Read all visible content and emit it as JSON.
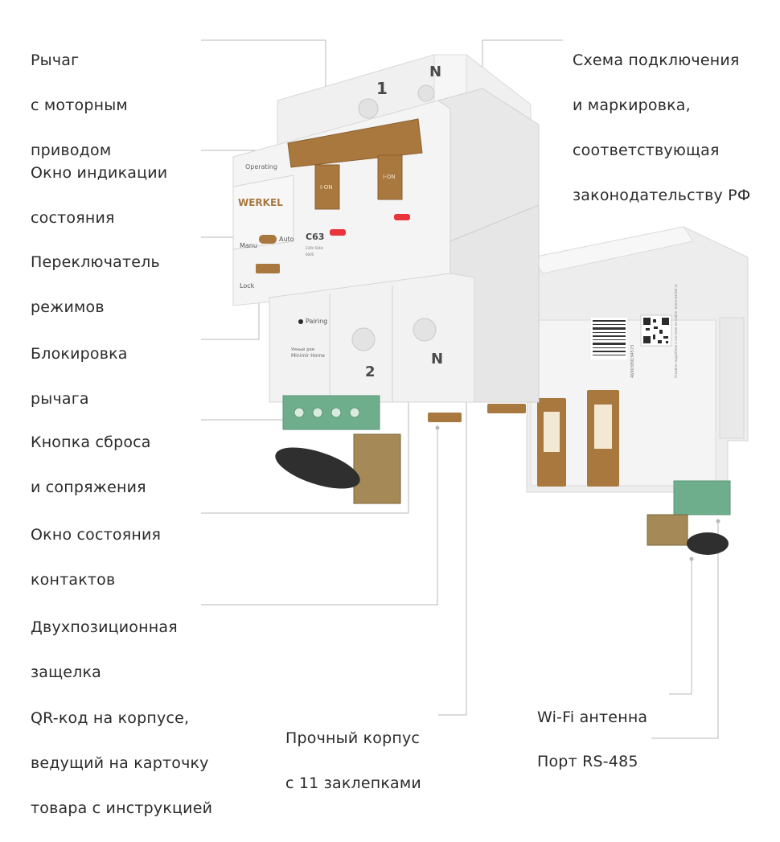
{
  "brand": "WERKEL",
  "device": {
    "top_pole_1": "1",
    "top_pole_n": "N",
    "bottom_pole_2": "2",
    "bottom_pole_n": "N",
    "operating": "Operating",
    "ion_left": "I-ON",
    "ion_right": "I-ON",
    "rating": "C63",
    "rating_sub1": "230V 50Hz",
    "rating_sub2": "6000",
    "mode_manu": "Manu",
    "mode_auto": "Auto",
    "lock": "Lock",
    "pairing": "Pairing",
    "home_line1": "Умный дом",
    "home_line2": "Minimir Home",
    "barcode_text": "4690389194573",
    "qr_caption": "Узнайте подробнее о системе на сайте: home.werkel.ru"
  },
  "labels": {
    "lever": [
      "Рычаг",
      "с моторным",
      "приводом"
    ],
    "indicator": [
      "Окно индикации",
      "состояния"
    ],
    "mode_switch": [
      "Переключатель",
      "режимов"
    ],
    "lever_lock": [
      "Блокировка",
      "рычага"
    ],
    "reset_button": [
      "Кнопка сброса",
      "и сопряжения"
    ],
    "contacts_window": [
      "Окно состояния",
      "контактов"
    ],
    "latch": [
      "Двухпозиционная",
      "защелка"
    ],
    "qr_code": [
      "QR-код на корпусе,",
      "ведущий на карточку",
      "товара с инструкцией"
    ],
    "scheme": [
      "Схема подключения",
      "и маркировка,",
      "соответствующая",
      "законодательству РФ"
    ],
    "body": [
      "Прочный корпус",
      "с 11 заклепками"
    ],
    "wifi": [
      "Wi-Fi антенна"
    ],
    "rs485": [
      "Порт RS-485"
    ]
  },
  "colors": {
    "bronze": "#a9783f",
    "body_white": "#f2f2f2",
    "terminal_green": "#6fae8c",
    "indicator_red": "#e8343a",
    "antenna": "#2f2f2f",
    "leader_line": "#b9b9b9"
  }
}
